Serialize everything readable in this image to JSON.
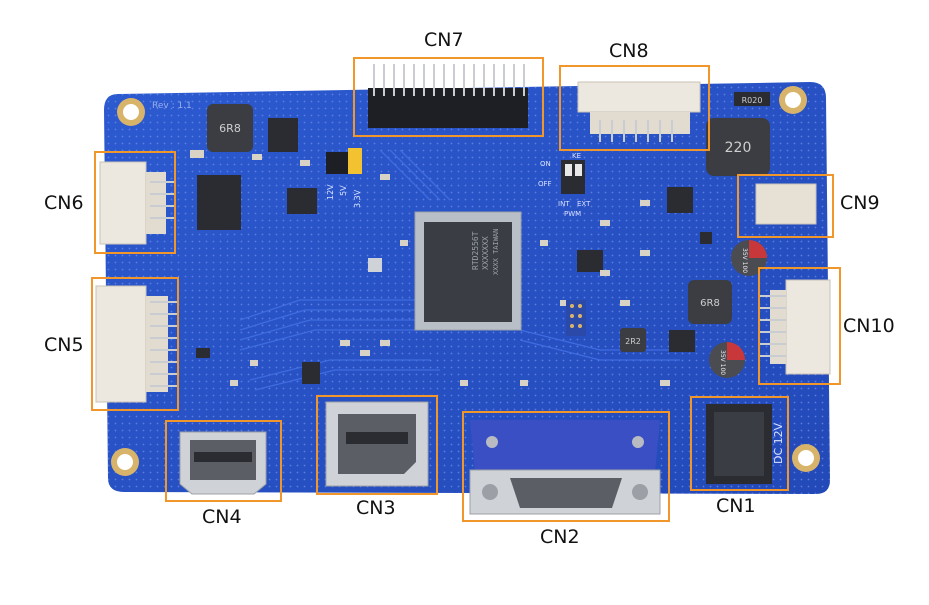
{
  "board": {
    "silkscreen": {
      "rev": "Rev : 1.1",
      "inductor_1": "6R8",
      "inductor_2": "220",
      "inductor_3": "6R8",
      "inductor_4": "2R2",
      "resistor": "R020",
      "chip_line1": "RTD2556T",
      "chip_line2": "XXXXXXX",
      "chip_line3": "XXXX TAIWAN",
      "jumper_5v": "5V",
      "jumper_12v": "12V",
      "jumper_33v": "3.3V",
      "switch_on": "ON",
      "switch_off": "OFF",
      "switch_ke": "KE",
      "switch_int": "INT",
      "switch_ext": "EXT",
      "switch_pwm": "PWM",
      "cap_1": "35V 100",
      "cap_2": "35V 100",
      "dc_label": "DC 12V"
    },
    "connectors": {
      "cn1": "CN1",
      "cn2": "CN2",
      "cn3": "CN3",
      "cn4": "CN4",
      "cn5": "CN5",
      "cn6": "CN6",
      "cn7": "CN7",
      "cn8": "CN8",
      "cn9": "CN9",
      "cn10": "CN10"
    }
  },
  "colors": {
    "pcb": "#2a55c9",
    "pcb_dark": "#1f44a8",
    "highlight": "#f0962b",
    "connector": "#e9e4dc",
    "vga_blue": "#3a4fc4",
    "metal": "#cfd2d6"
  }
}
